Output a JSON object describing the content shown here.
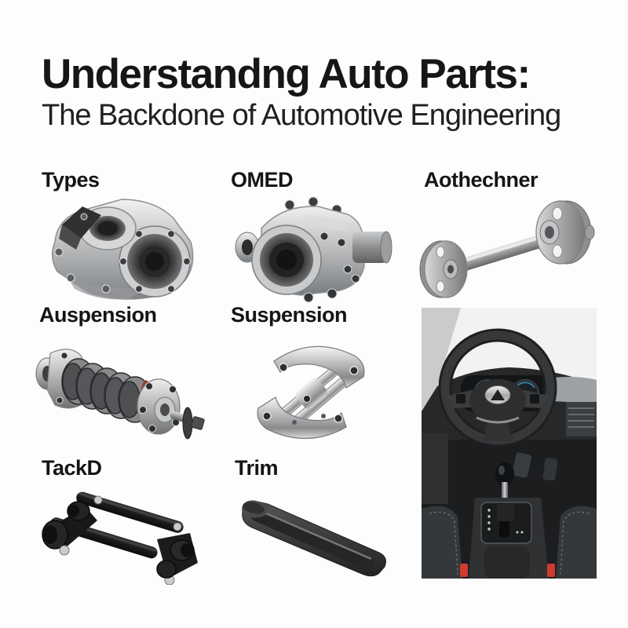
{
  "header": {
    "title": "Understandng Auto Parts:",
    "subtitle": "The Backdone of Automotive Engineering"
  },
  "items": [
    {
      "label": "Types",
      "image": "aluminum-transmission-housing"
    },
    {
      "label": "OMED",
      "image": "gearbox-casing-with-output-shaft"
    },
    {
      "label": "Aothechner",
      "image": "axle-shaft-with-end-flanges"
    },
    {
      "label": "Auspension",
      "image": "coil-spring-strut-assembly"
    },
    {
      "label": "Suspension",
      "image": "chrome-control-arm-bracket"
    },
    {
      "label": "TackD",
      "image": "black-suspension-shackle-link"
    },
    {
      "label": "Trim",
      "image": "dark-trim-channel-strip"
    }
  ],
  "photo": {
    "description": "car interior with steering wheel, instrument cluster and automatic gear shifter"
  },
  "colors": {
    "background": "#fdfdfd",
    "title_text": "#161616",
    "metal_light": "#f0f0f0",
    "metal_mid": "#a9abad",
    "metal_dark": "#55575a",
    "black_part": "#1b1b1d",
    "red_accent": "#cf3b2e",
    "gauge_teal": "#4fc3d4"
  }
}
